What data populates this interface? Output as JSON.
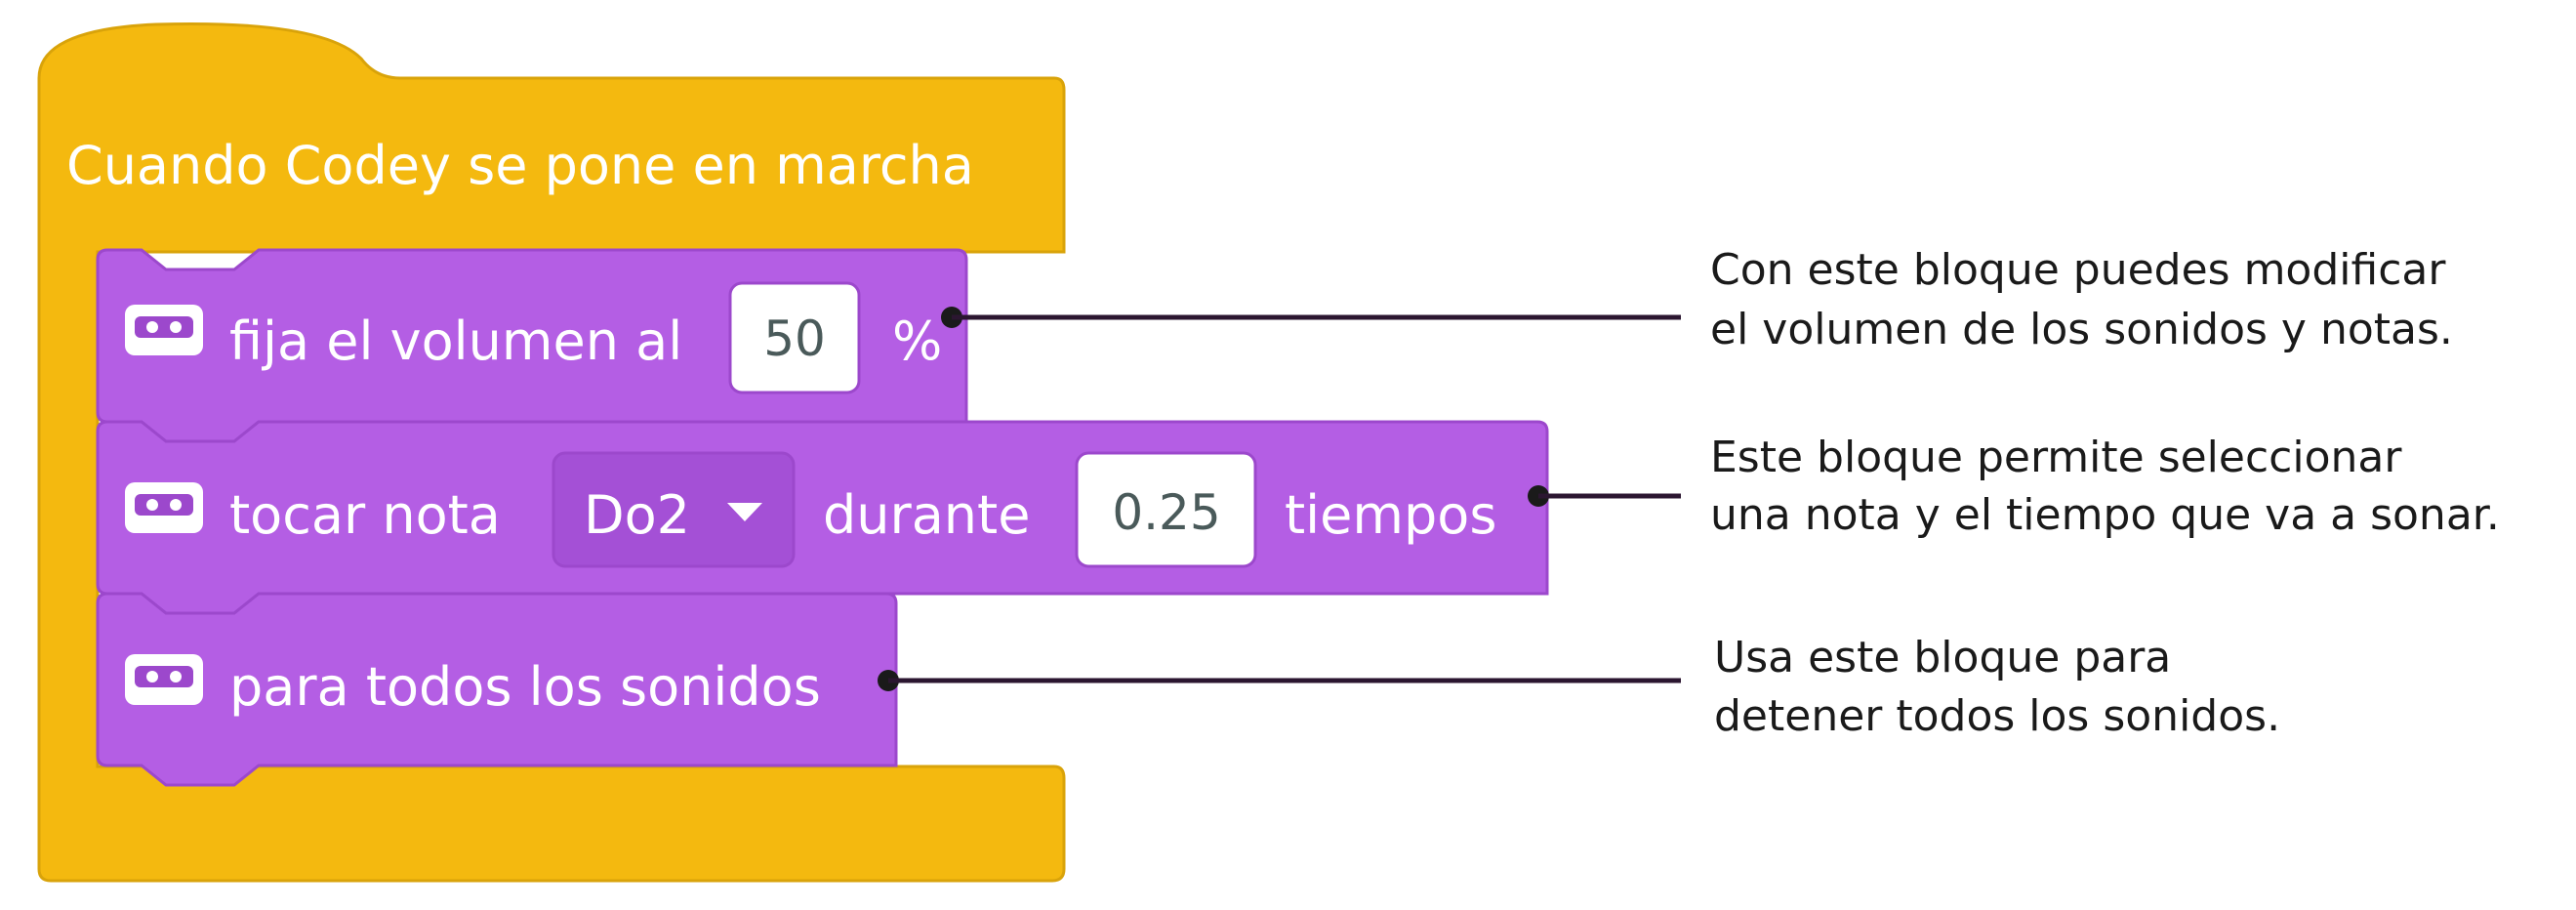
{
  "colors": {
    "event_block": "#F4B90F",
    "event_block_edge": "#D9A30A",
    "sound_block": "#B45EE4",
    "sound_block_edge": "#9C48CC",
    "field_bg": "#FFFFFF",
    "dropdown_bg": "#A450D6",
    "leader_line": "#2B1630"
  },
  "hat_block": {
    "label": "Cuando Codey se pone en marcha"
  },
  "blocks": [
    {
      "icon": "codey-robot-icon",
      "label": "fija el volumen al",
      "value": "50",
      "suffix": "%"
    },
    {
      "icon": "codey-robot-icon",
      "label": "tocar nota",
      "dropdown": "Do2",
      "middle": "durante",
      "value": "0.25",
      "suffix": "tiempos"
    },
    {
      "icon": "codey-robot-icon",
      "label": "para todos los sonidos"
    }
  ],
  "annotations": [
    {
      "line1": "Con este bloque puedes modificar",
      "line2": "el volumen de los sonidos y notas."
    },
    {
      "line1": "Este bloque permite seleccionar",
      "line2": "una nota y el tiempo que va a sonar."
    },
    {
      "line1": "Usa este bloque para",
      "line2": "detener todos los sonidos."
    }
  ]
}
